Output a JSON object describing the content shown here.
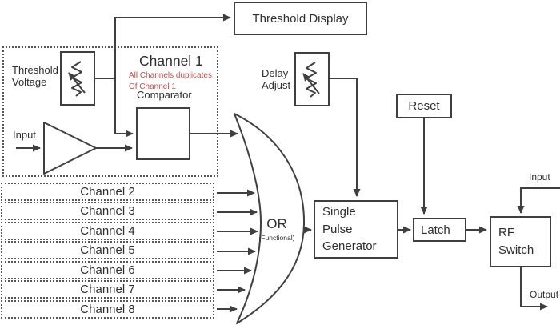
{
  "colors": {
    "line": "#3f3f3f",
    "text": "#2e2e2e",
    "note": "#c0504d",
    "bg": "#ffffff"
  },
  "threshold_display": {
    "label": "Threshold Display"
  },
  "channel1": {
    "title": "Channel 1",
    "note_line1": "All Channels duplicates",
    "note_line2": "Of Channel 1",
    "comparator_label": "Comparator",
    "threshold_label_line1": "Threshold",
    "threshold_label_line2": "Voltage",
    "input_label": "Input",
    "icons": {
      "threshold_adjust": "potentiometer-icon",
      "amplifier": "amplifier-icon"
    }
  },
  "channels": [
    "Channel 2",
    "Channel 3",
    "Channel 4",
    "Channel 5",
    "Channel 6",
    "Channel 7",
    "Channel 8"
  ],
  "or_gate": {
    "label": "OR",
    "sublabel": "(Functional)",
    "icon": "or-gate-crescent"
  },
  "delay_adjust": {
    "label_line1": "Delay",
    "label_line2": "Adjust",
    "icon": "potentiometer-icon"
  },
  "reset": {
    "label": "Reset"
  },
  "single_pulse_generator": {
    "label_line1": "Single",
    "label_line2": "Pulse",
    "label_line3": "Generator"
  },
  "latch": {
    "label": "Latch"
  },
  "rf_switch": {
    "label_line1": "RF",
    "label_line2": "Switch",
    "input_label": "Input",
    "output_label": "Output"
  }
}
